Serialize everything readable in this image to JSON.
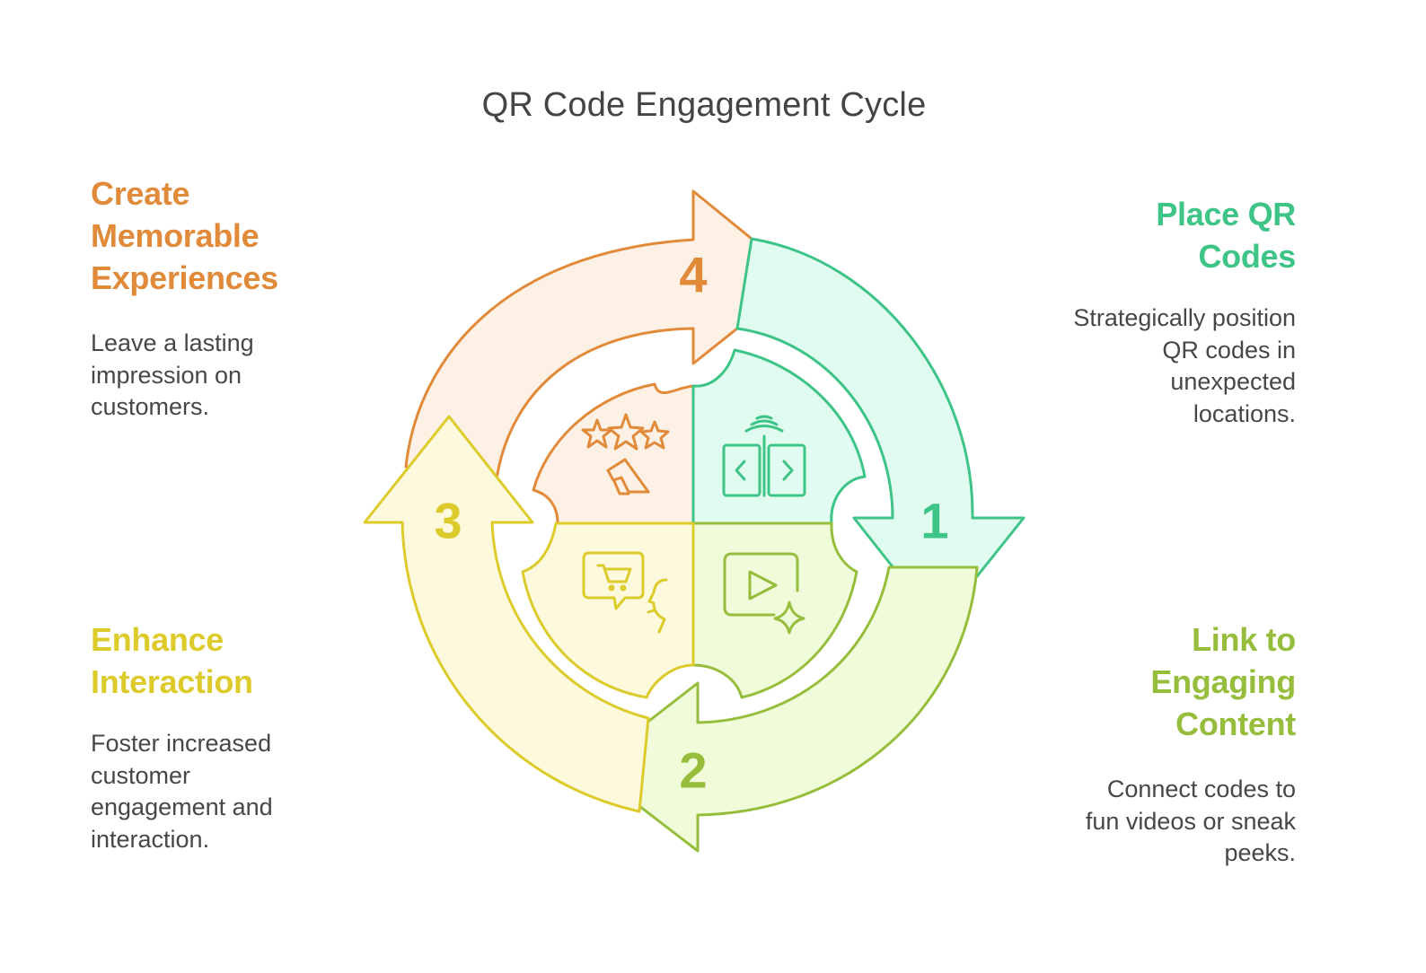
{
  "title": "QR Code Engagement Cycle",
  "steps": [
    {
      "number": "1",
      "heading_lines": [
        "Place QR",
        "Codes"
      ],
      "description_lines": [
        "Strategically position",
        "QR codes in",
        "unexpected",
        "locations."
      ],
      "color": "#3ec487",
      "fill": "#e0fbef",
      "icon": "qr-scan-icon"
    },
    {
      "number": "2",
      "heading_lines": [
        "Link to",
        "Engaging",
        "Content"
      ],
      "description_lines": [
        "Connect codes to",
        "fun videos or sneak",
        "peeks."
      ],
      "color": "#96be3c",
      "fill": "#f0fbd9",
      "icon": "video-sparkle-icon"
    },
    {
      "number": "3",
      "heading_lines": [
        "Enhance",
        "Interaction"
      ],
      "description_lines": [
        "Foster increased",
        "customer",
        "engagement and",
        "interaction."
      ],
      "color": "#dccb2a",
      "fill": "#fdf9dd",
      "icon": "shopping-chat-icon"
    },
    {
      "number": "4",
      "heading_lines": [
        "Create",
        "Memorable",
        "Experiences"
      ],
      "description_lines": [
        "Leave a lasting",
        "impression on",
        "customers."
      ],
      "color": "#e08a3a",
      "fill": "#fdf0e4",
      "icon": "stars-megaphone-icon"
    }
  ]
}
